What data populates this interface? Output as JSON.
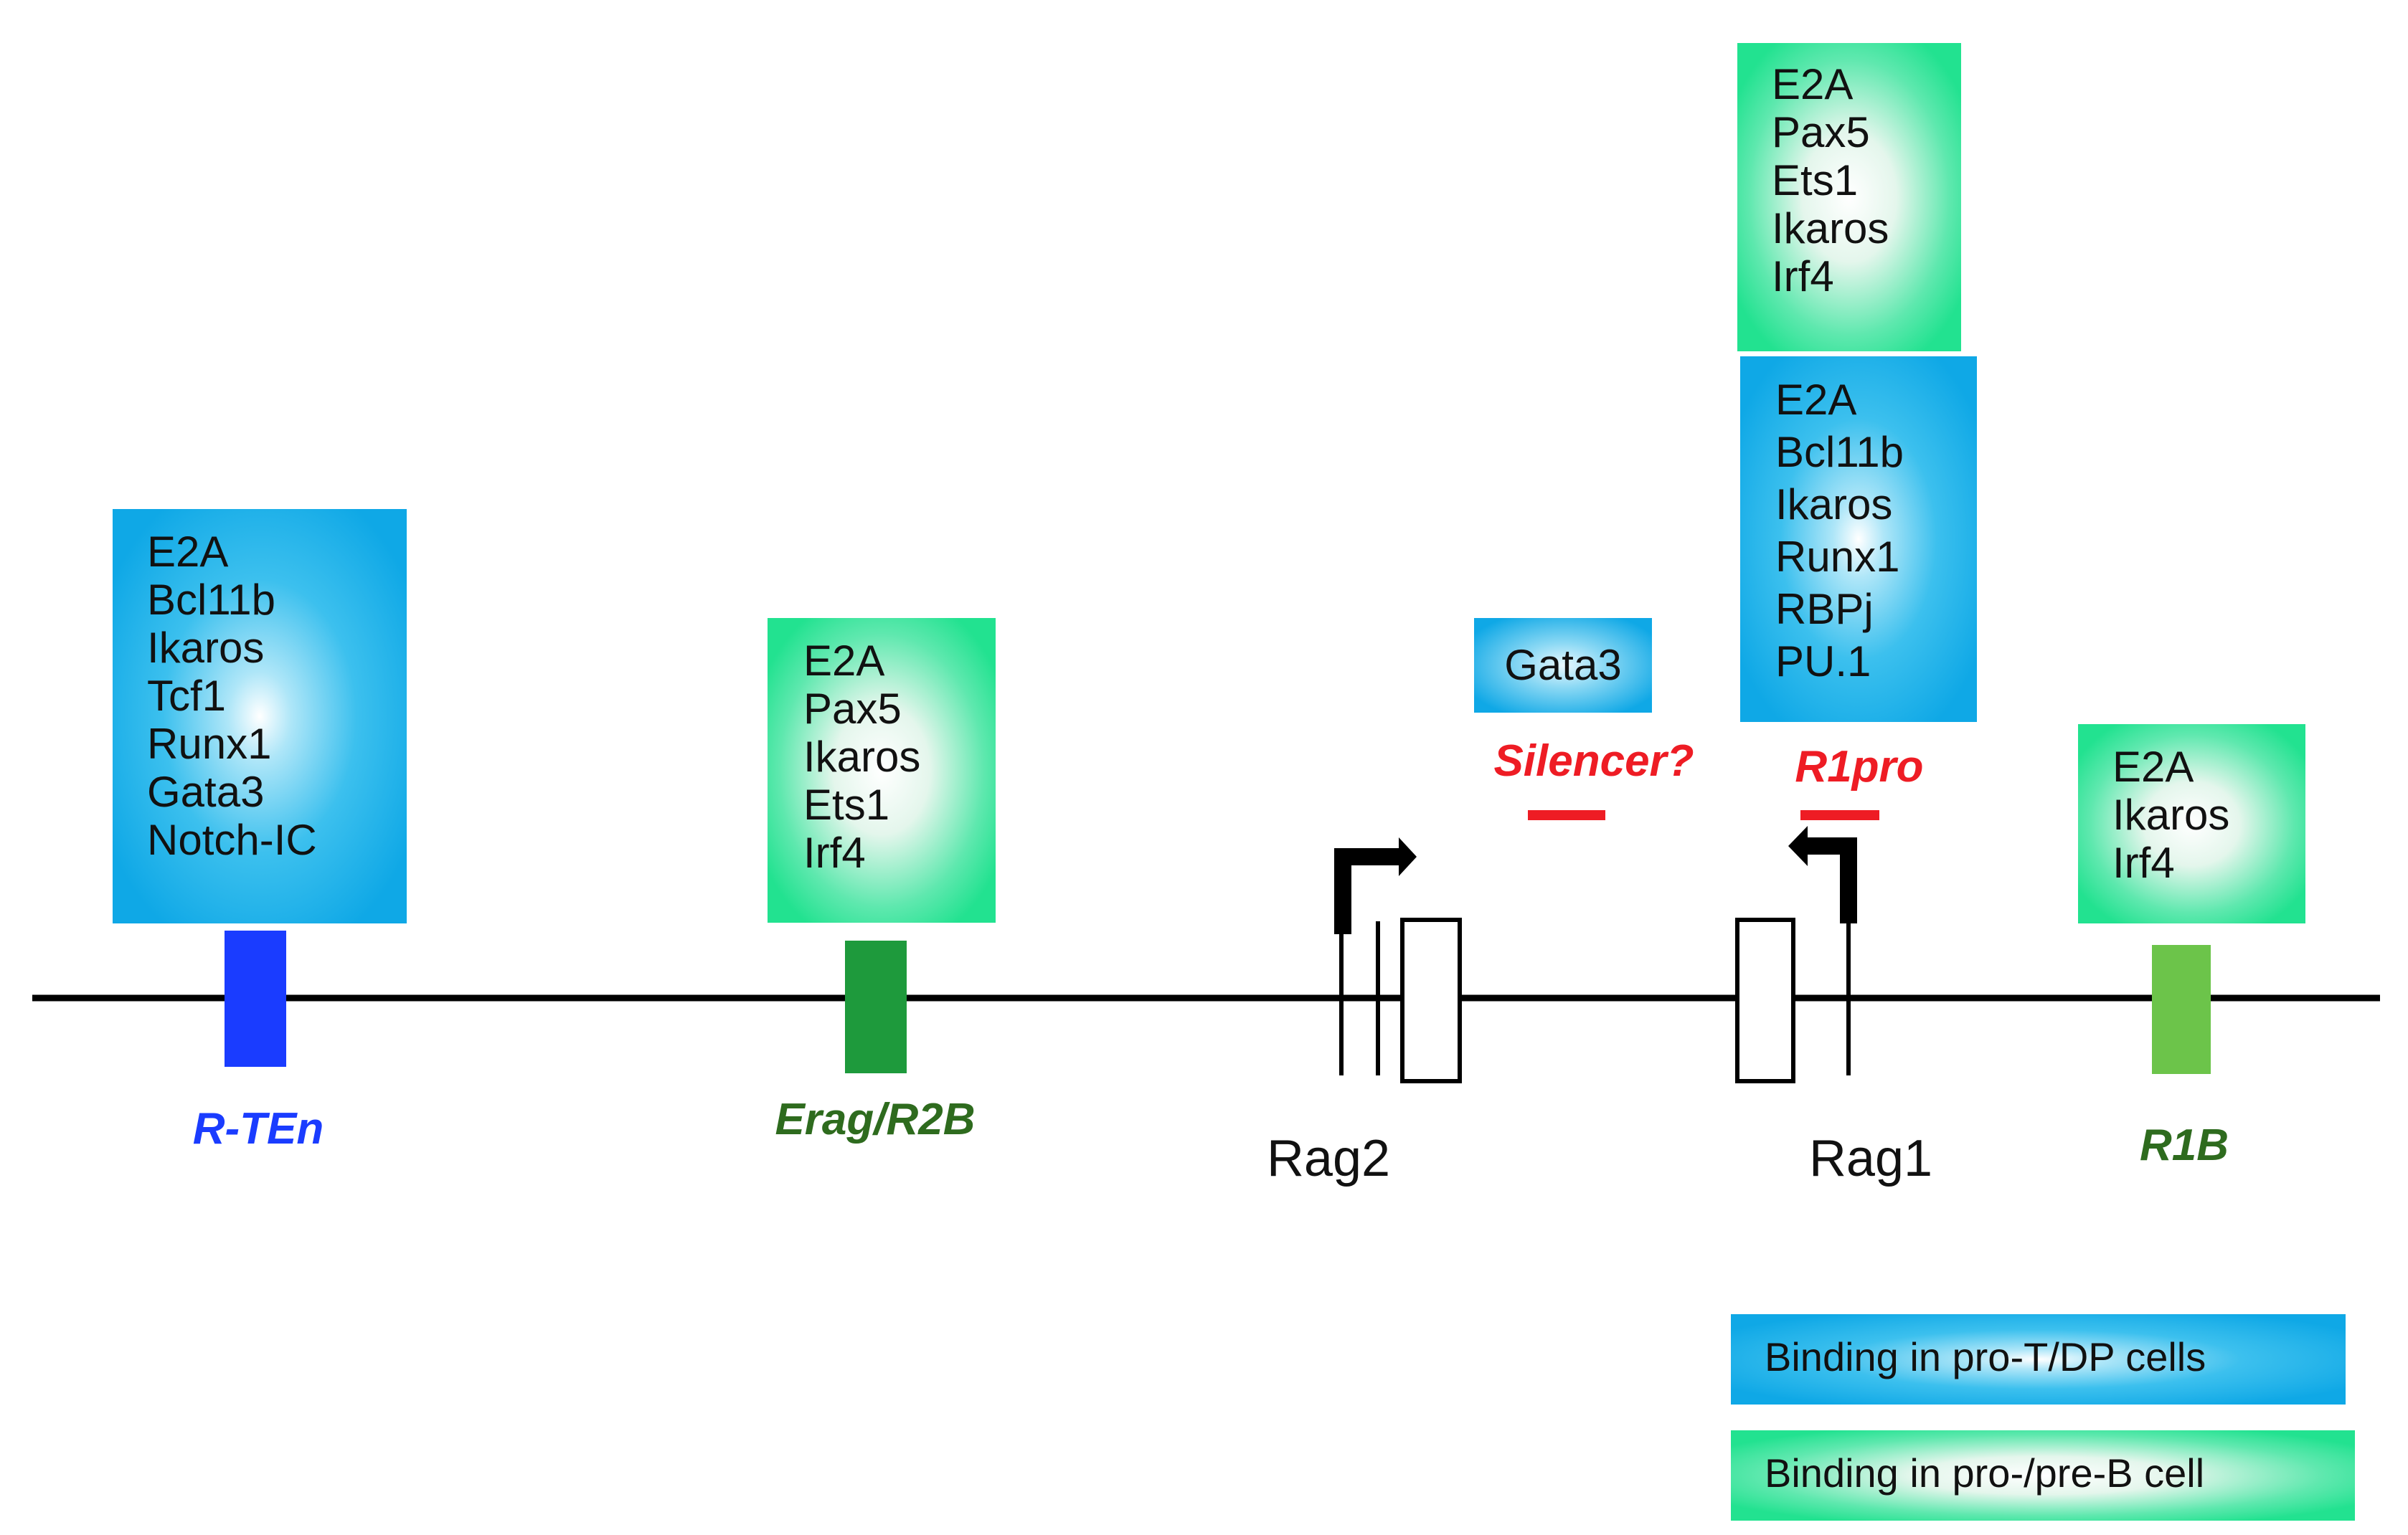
{
  "colors": {
    "pro_t_box": "#1ab4ec",
    "pro_b_box": "#2de49a",
    "r_ten": "#1a3cff",
    "erag": "#1e9a3c",
    "r1b": "#6cc44a",
    "red_label": "#ee1c24",
    "dark_green_label": "#2e6b1e"
  },
  "boxes": {
    "r_ten": {
      "factors": [
        "E2A",
        "Bcl11b",
        "Ikaros",
        "Tcf1",
        "Runx1",
        "Gata3",
        "Notch-IC"
      ],
      "binding": "pro-T/DP"
    },
    "erag": {
      "factors": [
        "E2A",
        "Pax5",
        "Ikaros",
        "Ets1",
        "Irf4"
      ],
      "binding": "pro-/pre-B"
    },
    "gata3": {
      "factors": [
        "Gata3"
      ],
      "binding": "pro-T/DP"
    },
    "r1pro_b": {
      "factors": [
        "E2A",
        "Pax5",
        "Ets1",
        "Ikaros",
        "Irf4"
      ],
      "binding": "pro-/pre-B"
    },
    "r1pro_t": {
      "factors": [
        "E2A",
        "Bcl11b",
        "Ikaros",
        "Runx1",
        "RBPj",
        "PU.1"
      ],
      "binding": "pro-T/DP"
    },
    "r1b": {
      "factors": [
        "E2A",
        "Ikaros",
        "Irf4"
      ],
      "binding": "pro-/pre-B"
    }
  },
  "labels": {
    "r_ten": "R-TEn",
    "erag": "Erag/R2B",
    "rag2": "Rag2",
    "rag1": "Rag1",
    "r1b": "R1B",
    "silencer": "Silencer?",
    "r1pro": "R1pro"
  },
  "legend": {
    "pro_t": "Binding in pro-T/DP cells",
    "pro_b": "Binding in pro-/pre-B cell"
  }
}
